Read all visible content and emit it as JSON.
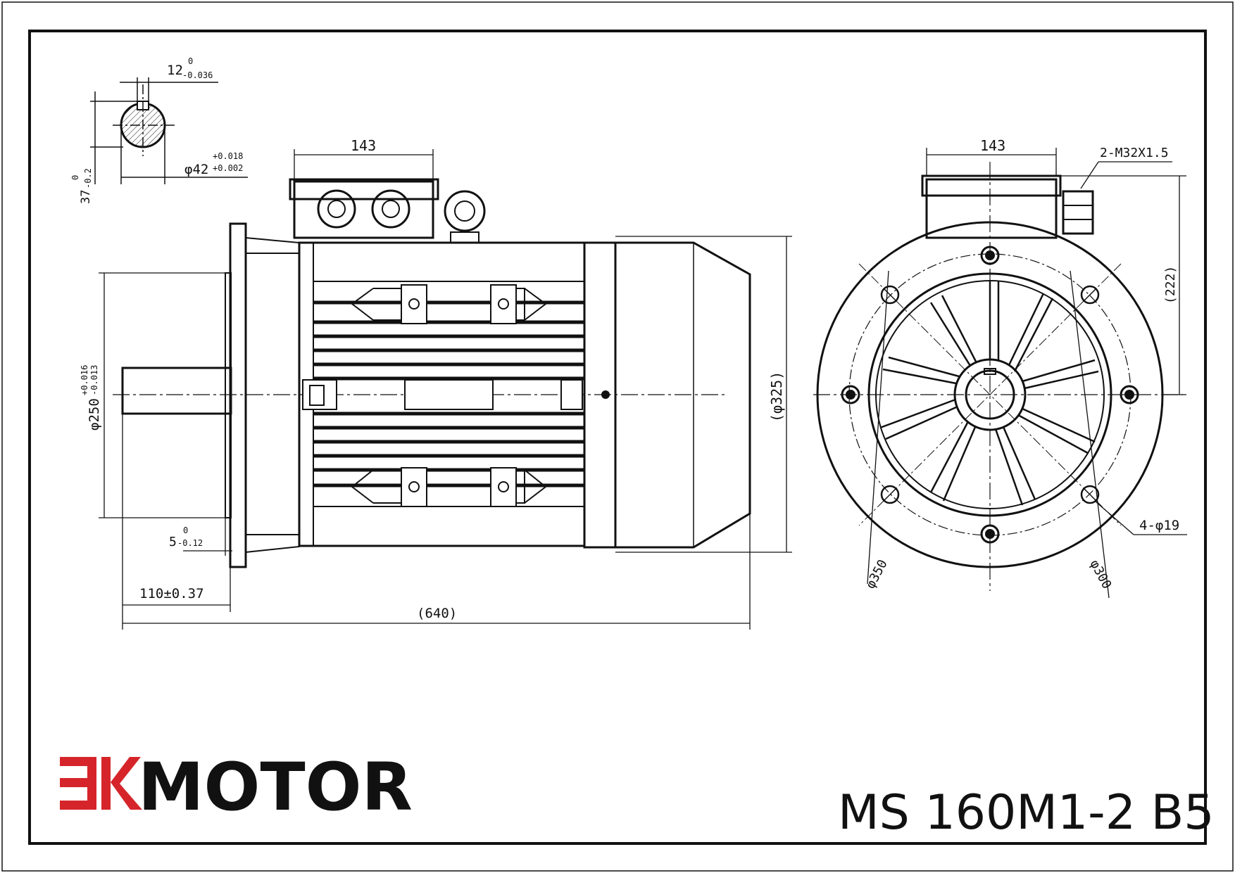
{
  "colors": {
    "line": "#111111",
    "brand_red": "#d6252a",
    "background": "#ffffff"
  },
  "brand": {
    "mark": "EK",
    "name": "MOTOR"
  },
  "model": "MS 160M1-2 B5",
  "key_detail": {
    "key_width": "12",
    "key_width_tol_upper": "0",
    "key_width_tol_lower": "-0.036",
    "shaft_diameter": "φ42",
    "shaft_diameter_tol_upper": "+0.018",
    "shaft_diameter_tol_lower": "+0.002",
    "key_depth": "37",
    "key_depth_tol_upper": "0",
    "key_depth_tol_lower": "-0.2"
  },
  "side_view": {
    "terminal_box_width": "143",
    "spigot_diameter": "φ250",
    "spigot_tol_upper": "+0.016",
    "spigot_tol_lower": "-0.013",
    "spigot_depth": "5",
    "spigot_depth_tol_upper": "0",
    "spigot_depth_tol_lower": "-0.12",
    "shaft_length": "110±0.37",
    "overall_length": "(640)",
    "frame_diameter": "(φ325)"
  },
  "end_view": {
    "terminal_box_width": "143",
    "cable_gland": "2-M32X1.5",
    "height": "(222)",
    "hole_count_diameter": "4-φ19",
    "flange_diameter": "φ350",
    "pitch_diameter": "φ300"
  }
}
